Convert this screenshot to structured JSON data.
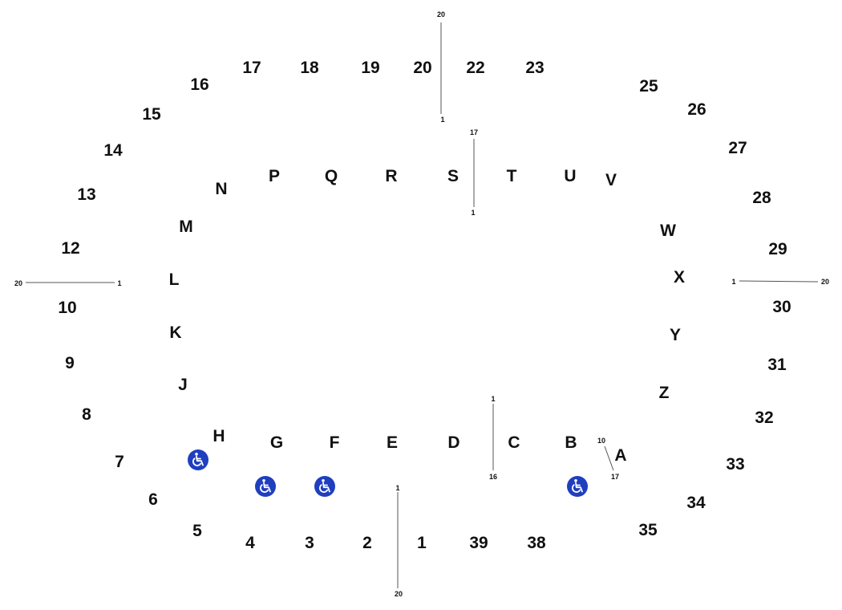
{
  "colors": {
    "background": "#ffffff",
    "text": "#111111",
    "divider": "#555555",
    "accessible_badge": "#1f3fbf",
    "accessible_symbol": "#ffffff"
  },
  "outer_sections": [
    "1",
    "2",
    "3",
    "4",
    "5",
    "6",
    "7",
    "8",
    "9",
    "10",
    "12",
    "13",
    "14",
    "15",
    "16",
    "17",
    "18",
    "19",
    "20",
    "22",
    "23",
    "25",
    "26",
    "27",
    "28",
    "29",
    "30",
    "31",
    "32",
    "33",
    "34",
    "35",
    "38",
    "39"
  ],
  "inner_sections": [
    "A",
    "B",
    "C",
    "D",
    "E",
    "F",
    "G",
    "H",
    "J",
    "K",
    "L",
    "M",
    "N",
    "P",
    "Q",
    "R",
    "S",
    "T",
    "U",
    "V",
    "W",
    "X",
    "Y",
    "Z"
  ],
  "row_labels": {
    "top_outer": {
      "start": "1",
      "end": "20"
    },
    "top_inner": {
      "start": "1",
      "end": "17"
    },
    "left_outer": {
      "start": "1",
      "end": "20"
    },
    "right_outer": {
      "start": "1",
      "end": "20"
    },
    "bottom_outer": {
      "start": "1",
      "end": "20"
    },
    "bottom_inner": {
      "start": "1",
      "end": "16"
    },
    "section_a": {
      "start": "10",
      "end": "17"
    }
  },
  "accessible_icon": "wheelchair-icon"
}
